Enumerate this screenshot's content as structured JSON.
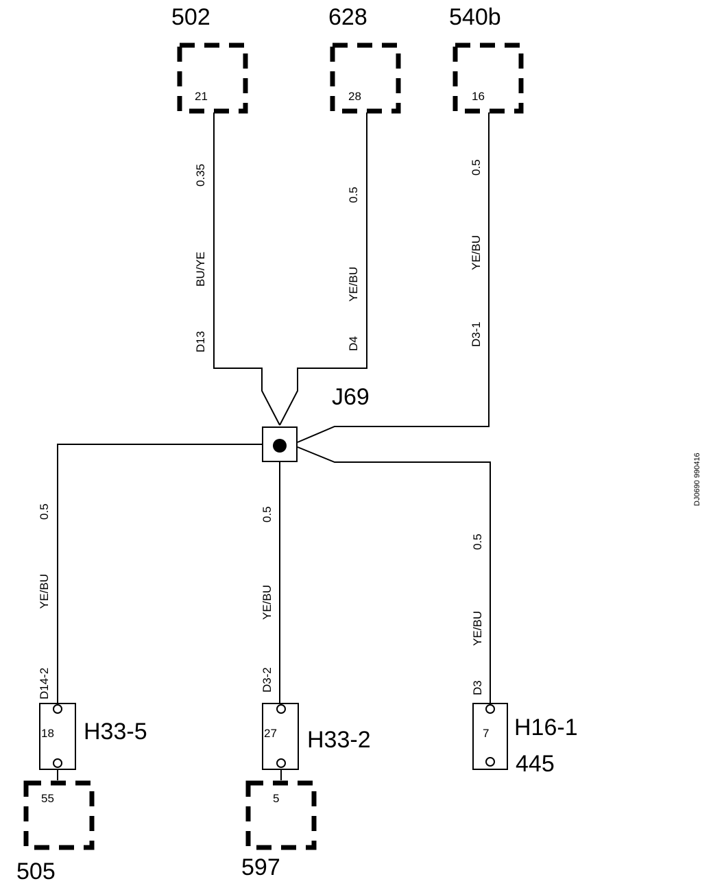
{
  "modules": {
    "m502": {
      "label": "502",
      "pin": "21"
    },
    "m628": {
      "label": "628",
      "pin": "28"
    },
    "m540b": {
      "label": "540b",
      "pin": "16"
    },
    "m505": {
      "label": "505",
      "pin": "55"
    },
    "m597": {
      "label": "597",
      "pin": "5"
    }
  },
  "splice": {
    "label": "J69"
  },
  "connectors": {
    "h33_5": {
      "label": "H33-5",
      "pin": "18"
    },
    "h33_2": {
      "label": "H33-2",
      "pin": "27"
    },
    "h16_1": {
      "label": "H16-1",
      "pin": "7",
      "sub": "445"
    }
  },
  "wires": {
    "w502": {
      "gauge": "0.35",
      "color": "BU/YE",
      "id": "D13"
    },
    "w628": {
      "gauge": "0.5",
      "color": "YE/BU",
      "id": "D4"
    },
    "w540b": {
      "gauge": "0.5",
      "color": "YE/BU",
      "id": "D3-1"
    },
    "wh33_5": {
      "gauge": "0.5",
      "color": "YE/BU",
      "id": "D14-2"
    },
    "wh33_2": {
      "gauge": "0.5",
      "color": "YE/BU",
      "id": "D3-2"
    },
    "wh16_1": {
      "gauge": "0.5",
      "color": "YE/BU",
      "id": "D3"
    }
  },
  "reference": "DJ0690 990416"
}
